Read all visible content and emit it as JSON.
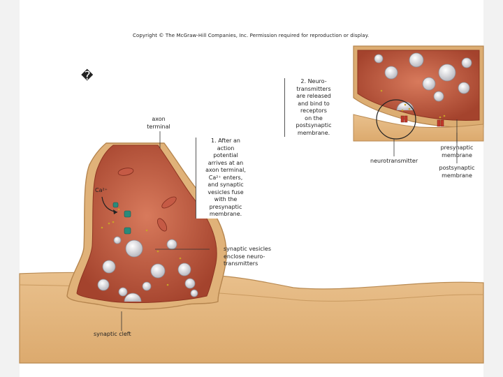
{
  "copyright": "Copyright © The McGraw-Hill Companies, Inc. Permission required for reproduction or display.",
  "bullet_glyph": "�",
  "labels": {
    "axon_terminal": "axon\nterminal",
    "ca": "Ca²⁺",
    "step1": "1. After an\naction\npotential\narrives at an\naxon terminal,\nCa²⁺ enters,\nand synaptic\nvesicles fuse\nwith the\npresynaptic\nmembrane.",
    "step2": "2. Neuro-\ntransmitters\nare released\nand bind to\nreceptors\non the\npostsynaptic\nmembrane.",
    "synaptic_vesicles": "synaptic vesicles\nenclose neuro-\ntransmitters",
    "synaptic_cleft": "synaptic cleft",
    "neurotransmitter": "neurotransmitter",
    "presynaptic_membrane": "presynaptic\nmembrane",
    "postsynaptic_membrane": "postsynaptic\nmembrane"
  },
  "colors": {
    "cytoplasm": "#b7553d",
    "membrane": "#d9a86c",
    "postsynaptic": "#e3b77f",
    "vesicle": "#d8d8dc",
    "receptor": "#c0392b",
    "channel": "#2a8a7a"
  }
}
